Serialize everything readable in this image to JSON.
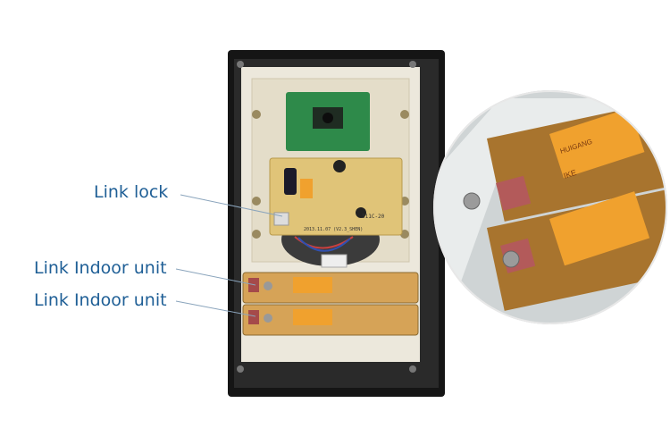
{
  "callouts": {
    "link_lock": "Link lock",
    "link_indoor_1": "Link Indoor unit",
    "link_indoor_2": "Link Indoor unit"
  },
  "board": {
    "model": "311C-20",
    "date": "2013.11.07 (V2.3_SHEN)",
    "relay_brand": "HUIGANG",
    "relay_mark": "IKE"
  },
  "colors": {
    "callout_text": "#1f5f96",
    "frame": "#1a1a1a",
    "pcb_green": "#2e8a4a",
    "pcb_yellow": "#e0c478",
    "relay_orange": "#f0a12e"
  }
}
